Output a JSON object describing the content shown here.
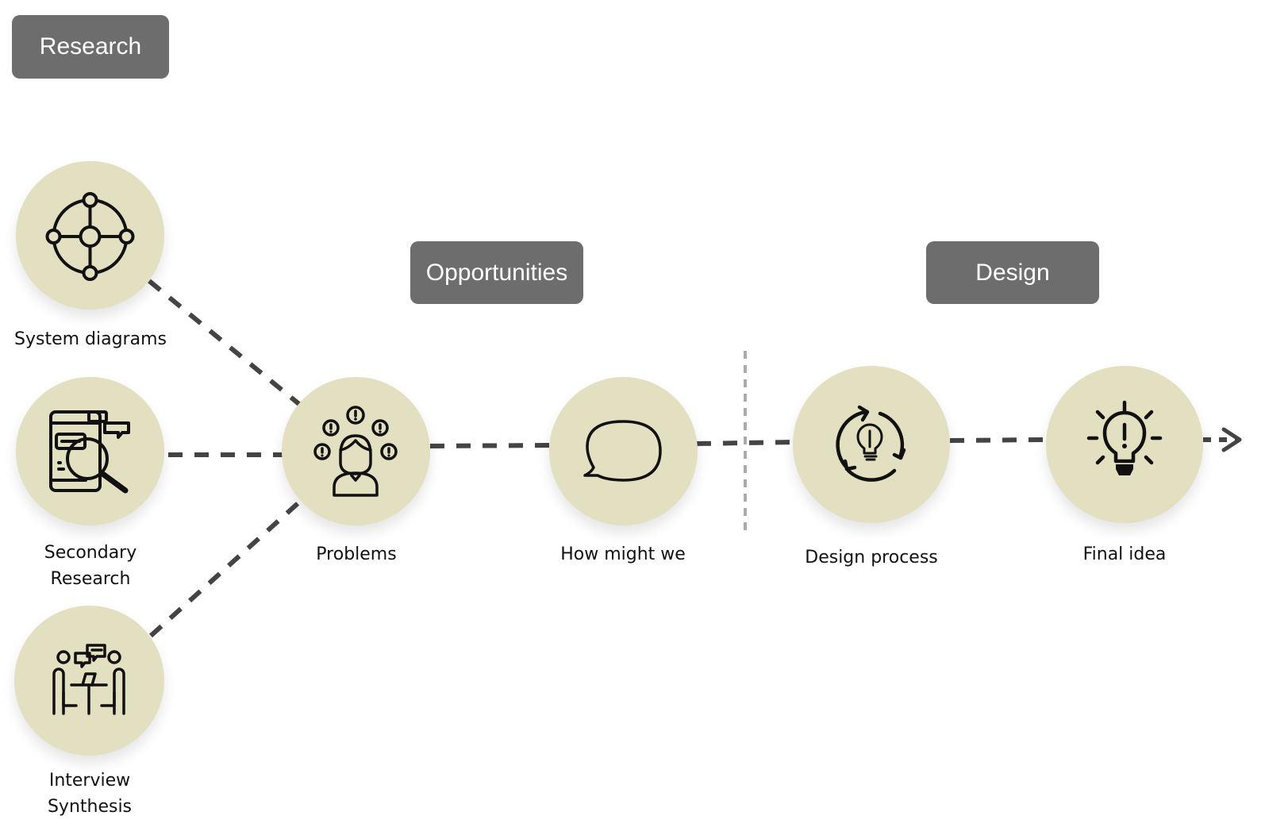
{
  "stages": {
    "research": "Research",
    "opportunities": "Opportunities",
    "design": "Design"
  },
  "nodes": {
    "system_diagrams": {
      "label": "System diagrams",
      "icon": "network-hub-icon"
    },
    "secondary_research": {
      "label_line1": "Secondary",
      "label_line2": "Research",
      "icon": "document-search-icon"
    },
    "interview_synthesis": {
      "label_line1": "Interview",
      "label_line2": "Synthesis",
      "icon": "interview-meeting-icon"
    },
    "problems": {
      "label": "Problems",
      "icon": "person-problems-icon"
    },
    "how_might_we": {
      "label": "How might we",
      "icon": "speech-bubble-icon"
    },
    "design_process": {
      "label": "Design process",
      "icon": "idea-cycle-icon"
    },
    "final_idea": {
      "label": "Final idea",
      "icon": "lightbulb-icon"
    }
  },
  "colors": {
    "node_fill": "#e3dfc1",
    "stage_label_fill": "#6d6d6d",
    "connector": "#444444",
    "divider": "#aaaaaa",
    "icon_stroke": "#111111"
  }
}
